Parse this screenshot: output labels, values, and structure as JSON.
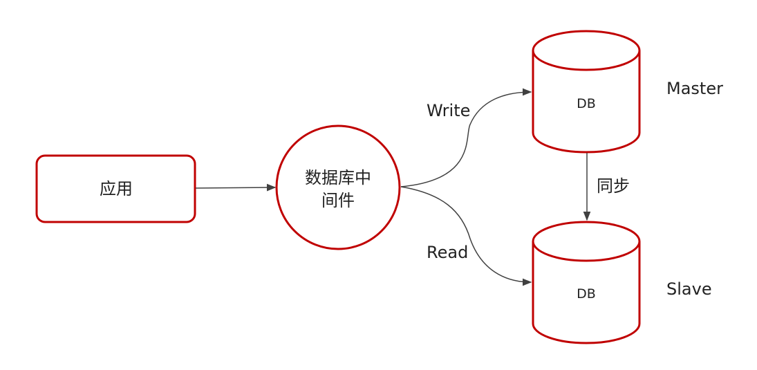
{
  "nodes": {
    "app": {
      "label": "应用"
    },
    "middleware": {
      "line1": "数据库中",
      "line2": "间件"
    },
    "master_db": {
      "label": "DB",
      "role": "Master"
    },
    "slave_db": {
      "label": "DB",
      "role": "Slave"
    }
  },
  "edges": {
    "write": {
      "label": "Write"
    },
    "read": {
      "label": "Read"
    },
    "sync": {
      "label": "同步"
    }
  },
  "colors": {
    "node_stroke": "#C00000",
    "edge": "#404040",
    "text": "#222222"
  }
}
